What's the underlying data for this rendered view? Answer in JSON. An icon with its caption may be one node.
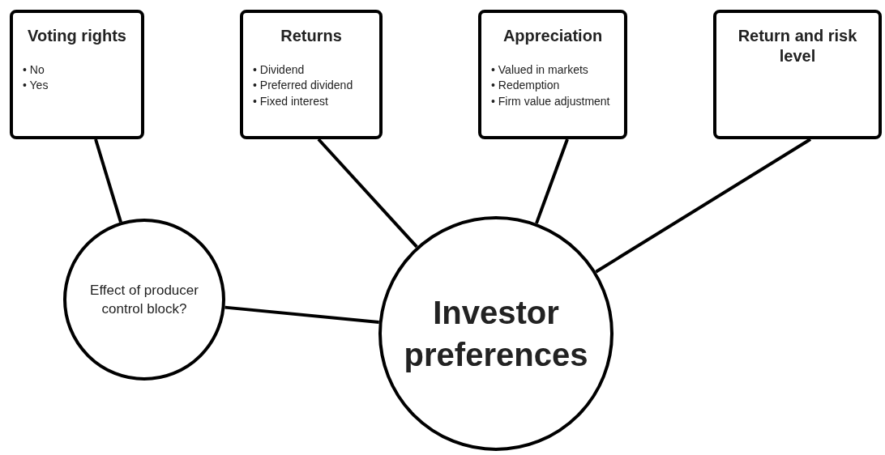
{
  "diagram": {
    "nodes": [
      {
        "text": [
          "Voting rights",
          "• No",
          "• Yes"
        ]
      },
      {
        "text": [
          "Returns",
          "• Dividend",
          "• Preferred dividend",
          "• Fixed interest"
        ]
      },
      {
        "text": [
          "Appreciation",
          "• Valued in markets",
          "• Redemption",
          "• Firm value adjustment"
        ]
      },
      {
        "text": [
          "Return and risk level"
        ]
      },
      {
        "text": [
          "Effect of producer control block?"
        ]
      },
      {
        "text": [
          "Investor preferences"
        ]
      }
    ],
    "edges": [
      {
        "from": 0,
        "to": 4,
        "arrow": "none"
      },
      {
        "from": 4,
        "to": 5,
        "arrow": "none"
      },
      {
        "from": 1,
        "to": 5,
        "arrow": "none"
      },
      {
        "from": 2,
        "to": 5,
        "arrow": "none"
      },
      {
        "from": 3,
        "to": 5,
        "arrow": "none"
      }
    ]
  }
}
